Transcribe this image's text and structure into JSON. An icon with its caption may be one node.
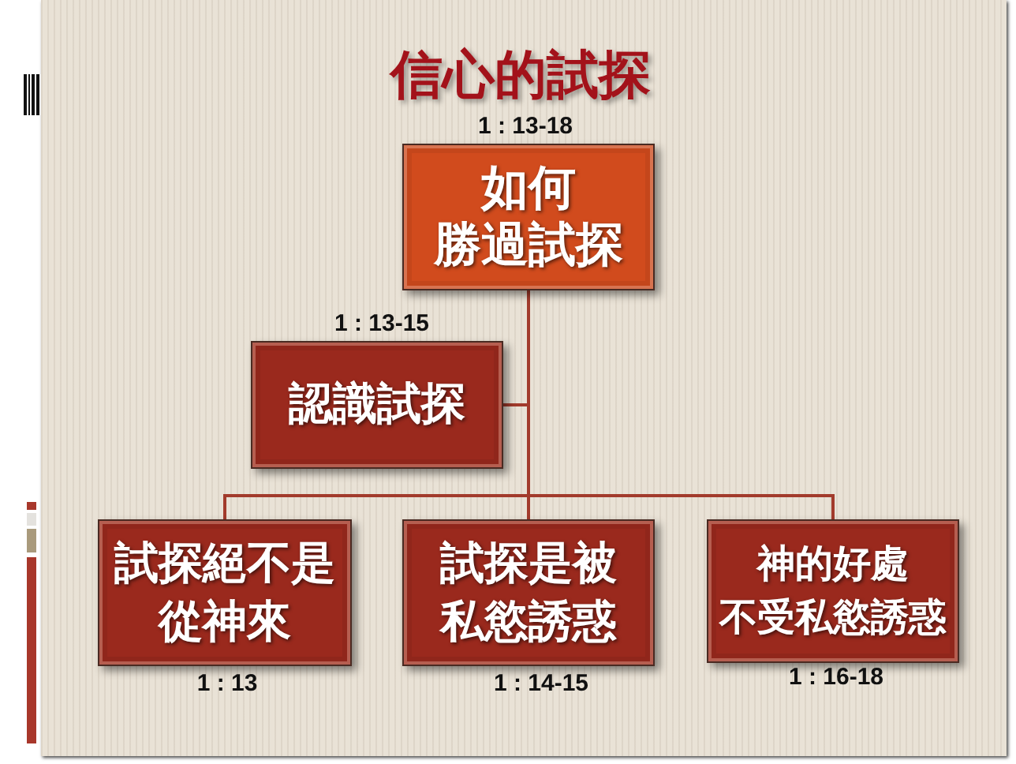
{
  "diagram": {
    "title": "信心的試探",
    "nodes": [
      {
        "text": [
          "如何勝過試探"
        ],
        "beside": [
          "1 : 13-18"
        ]
      },
      {
        "text": [
          "認識試探"
        ],
        "beside": [
          "1 : 13-15"
        ]
      },
      {
        "text": [
          "試探絕不是從神來"
        ],
        "beside": [
          "1 : 13"
        ]
      },
      {
        "text": [
          "試探是被私慾誘惑"
        ],
        "beside": [
          "1 : 14-15"
        ]
      },
      {
        "text": [
          "神的好處不受私慾誘惑"
        ],
        "beside": [
          "1 : 16-18"
        ]
      }
    ],
    "edges": [
      {
        "from": 0,
        "to": 1,
        "arrow": "none"
      },
      {
        "from": 0,
        "to": 2,
        "arrow": "none"
      },
      {
        "from": 0,
        "to": 3,
        "arrow": "none"
      },
      {
        "from": 0,
        "to": 4,
        "arrow": "none"
      }
    ]
  }
}
